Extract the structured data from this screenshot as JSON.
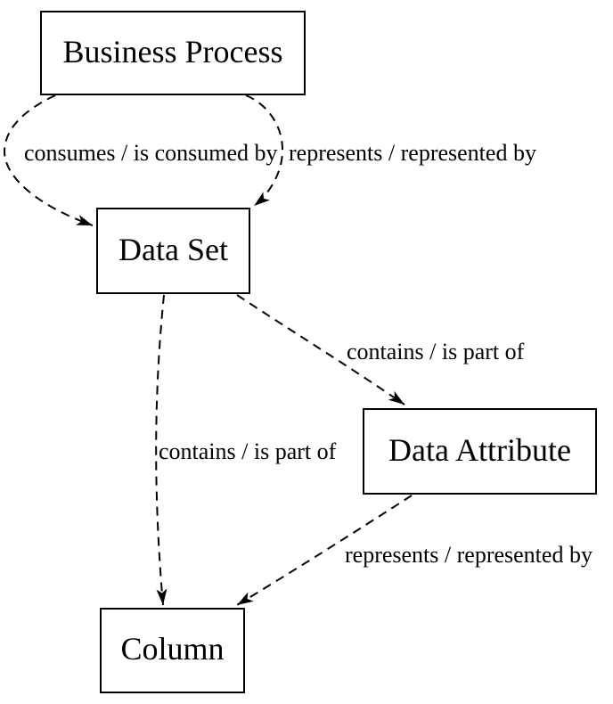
{
  "diagram": {
    "background_color": "#ffffff",
    "line_color": "#000000",
    "nodes": [
      {
        "id": "business-process",
        "label": "Business Process"
      },
      {
        "id": "data-set",
        "label": "Data Set"
      },
      {
        "id": "data-attribute",
        "label": "Data Attribute"
      },
      {
        "id": "column",
        "label": "Column"
      }
    ],
    "edges": [
      {
        "from": "Business Process",
        "to": "Data Set",
        "label": "consumes / is consumed by",
        "style": "dashed"
      },
      {
        "from": "Business Process",
        "to": "Data Set",
        "label": "represents / represented by",
        "style": "dashed"
      },
      {
        "from": "Data Set",
        "to": "Data Attribute",
        "label": "contains / is part of",
        "style": "dashed"
      },
      {
        "from": "Data Set",
        "to": "Column",
        "label": "contains / is part of",
        "style": "dashed"
      },
      {
        "from": "Data Attribute",
        "to": "Column",
        "label": "represents / represented by",
        "style": "dashed"
      }
    ]
  }
}
